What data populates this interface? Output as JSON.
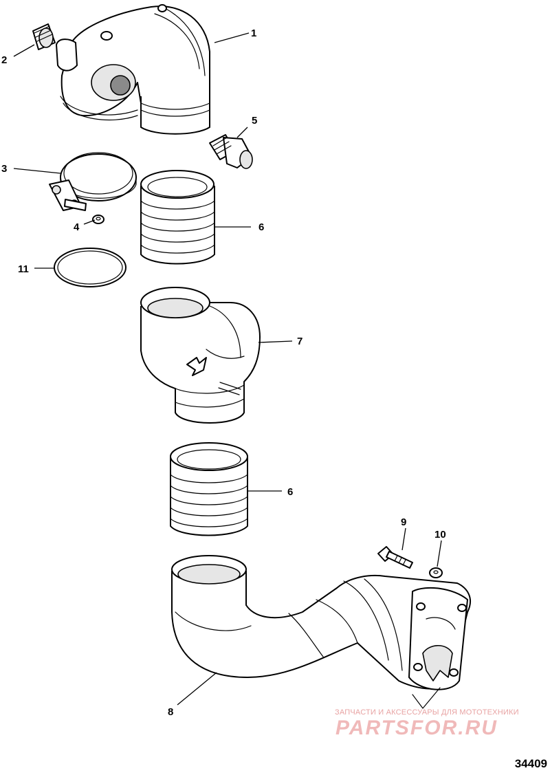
{
  "drawing_id": "34409",
  "watermark": {
    "tagline": "ЗАПЧАСТИ И АКСЕССУАРЫ ДЛЯ МОТОТЕХНИКИ",
    "logo": "PARTSFOR.RU"
  },
  "callouts": {
    "c1": "1",
    "c2": "2",
    "c3": "3",
    "c4": "4",
    "c5": "5",
    "c6a": "6",
    "c6b": "6",
    "c7": "7",
    "c8": "8",
    "c9": "9",
    "c10": "10",
    "c11": "11"
  }
}
